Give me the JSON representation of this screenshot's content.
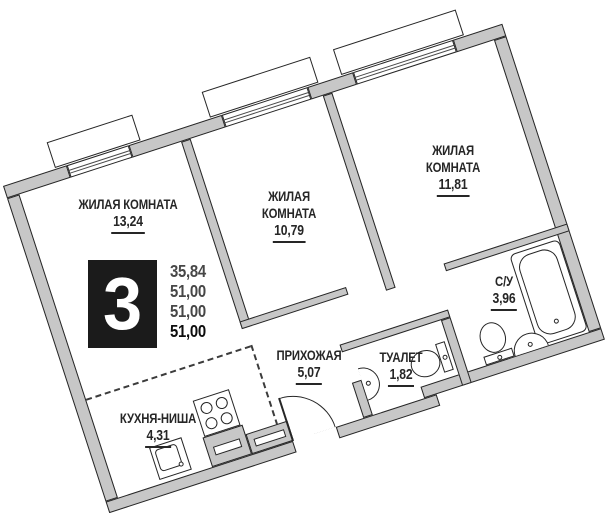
{
  "apartment": {
    "number": "3",
    "values": [
      "35,84",
      "51,00",
      "51,00",
      "51,00"
    ]
  },
  "rooms": [
    {
      "key": "living-room-1",
      "line1": "ЖИЛАЯ КОМНАТА",
      "line2": "",
      "area": "13,24"
    },
    {
      "key": "living-room-2",
      "line1": "ЖИЛАЯ",
      "line2": "КОМНАТА",
      "area": "10,79"
    },
    {
      "key": "living-room-3",
      "line1": "ЖИЛАЯ",
      "line2": "КОМНАТА",
      "area": "11,81"
    },
    {
      "key": "bathroom",
      "line1": "С/У",
      "line2": "",
      "area": "3,96"
    },
    {
      "key": "toilet",
      "line1": "ТУАЛЕТ",
      "line2": "",
      "area": "1,82"
    },
    {
      "key": "hallway",
      "line1": "ПРИХОЖАЯ",
      "line2": "",
      "area": "5,07"
    },
    {
      "key": "kitchen-niche",
      "line1": "КУХНЯ-НИША",
      "line2": "",
      "area": "4,31"
    }
  ],
  "fixtures": [
    "bathtub-icon",
    "toilet-icon",
    "sink-icon",
    "stove-icon",
    "kitchen-sink-icon",
    "door-swing-icon",
    "window-icon",
    "vent-block-icon"
  ],
  "colors": {
    "wall_fill": "#c7c7c7",
    "outline": "#262626",
    "background": "#ffffff",
    "badge": "#1b1b1b",
    "badge_text": "#ffffff"
  }
}
